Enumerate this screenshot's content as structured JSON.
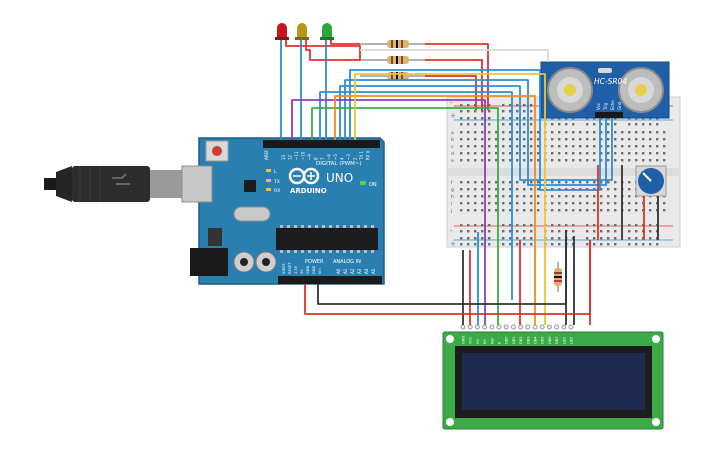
{
  "arduino": {
    "brand": "ARDUINO",
    "model": "UNO",
    "digital_label": "DIGITAL (PWM~)",
    "analog_label": "ANALOG IN",
    "power_label": "POWER",
    "on_label": "ON",
    "tx_label": "TX",
    "rx_label": "RX",
    "l_label": "L",
    "aref_label": "AREF",
    "gnd_label": "GND",
    "digital_pins": [
      "13",
      "12",
      "~11",
      "~10",
      "~9",
      "8",
      "7",
      "~6",
      "~5",
      "4",
      "~3",
      "2",
      "TX 1",
      "RX 0"
    ],
    "power_pins": [
      "IOREF",
      "RESET",
      "3.3V",
      "5V",
      "GND",
      "GND",
      "Vin"
    ],
    "analog_pins": [
      "A0",
      "A1",
      "A2",
      "A3",
      "A4",
      "A5"
    ]
  },
  "sensor": {
    "model": "HC-SR04",
    "pins": [
      "Vcc",
      "Trig",
      "Echo",
      "Gnd"
    ]
  },
  "breadboard": {
    "rail_plus": "+",
    "rail_minus": "-",
    "row_letters_top": [
      "a",
      "b",
      "c",
      "d",
      "e"
    ],
    "row_letters_bottom": [
      "f",
      "g",
      "h",
      "i",
      "j"
    ]
  },
  "lcd": {
    "pins": [
      "GND",
      "VCC",
      "V0",
      "RS",
      "RW",
      "E",
      "DB0",
      "DB1",
      "DB2",
      "DB3",
      "DB4",
      "DB5",
      "DB6",
      "DB7",
      "LED",
      "LED"
    ]
  },
  "colors": {
    "board": "#2a7fb1",
    "board_dark": "#1f5f86",
    "sensor": "#1f5fa8",
    "breadboard": "#e9e9e9",
    "lcd_pcb": "#3daa4a",
    "lcd_screen": "#1e2a4f",
    "led_red": "#c4161c",
    "led_yellow": "#b8961a",
    "led_green": "#2fa43a",
    "wire_red": "#e0322b",
    "wire_blue": "#2b8fd6",
    "wire_orange": "#f08a24",
    "wire_yellow": "#f2c22e",
    "wire_purple": "#8a3fb8",
    "wire_green": "#3cae45",
    "wire_black": "#333333",
    "wire_white": "#d8d8d8"
  }
}
